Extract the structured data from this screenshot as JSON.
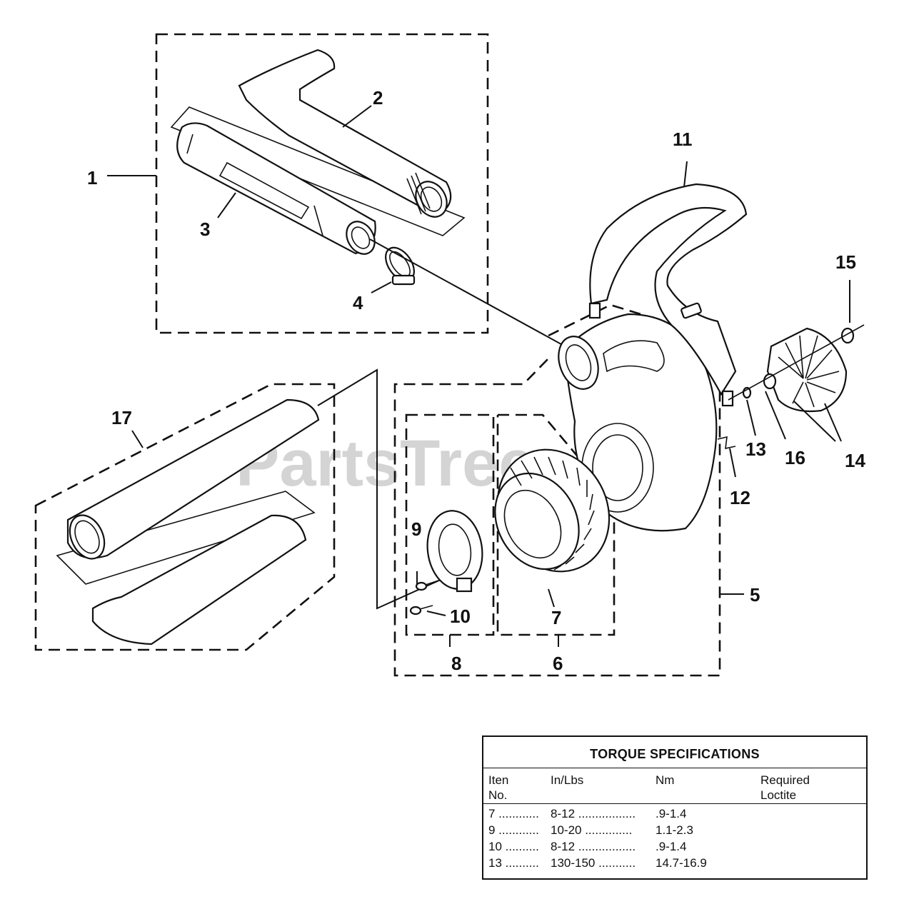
{
  "watermark": {
    "text": "PartsTree",
    "mark": "TM"
  },
  "callouts": {
    "c1": "1",
    "c2": "2",
    "c3": "3",
    "c4": "4",
    "c5": "5",
    "c6": "6",
    "c7": "7",
    "c8": "8",
    "c9": "9",
    "c10": "10",
    "c11": "11",
    "c12": "12",
    "c13": "13",
    "c14": "14",
    "c15": "15",
    "c16": "16",
    "c17": "17"
  },
  "torque": {
    "title": "TORQUE SPECIFICATIONS",
    "headers": {
      "item_line1": "Iten",
      "item_line2": "No.",
      "inlbs": "In/Lbs",
      "nm": "Nm",
      "loctite_line1": "Required",
      "loctite_line2": "Loctite"
    },
    "rows": [
      {
        "item": "7 ............",
        "inlbs": "8-12 .................",
        "nm": ".9-1.4"
      },
      {
        "item": "9 ............",
        "inlbs": "10-20 ..............",
        "nm": "1.1-2.3"
      },
      {
        "item": "10 ..........",
        "inlbs": "8-12 .................",
        "nm": ".9-1.4"
      },
      {
        "item": "13 ..........",
        "inlbs": "130-150 ...........",
        "nm": "14.7-16.9"
      }
    ]
  }
}
